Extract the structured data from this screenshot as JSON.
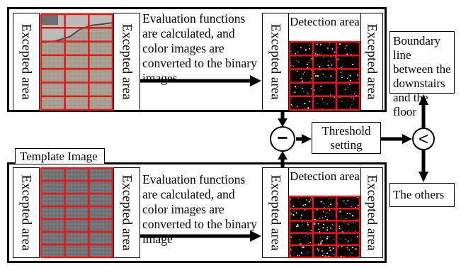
{
  "top_row": {
    "left_excepted_label": "Excepted area",
    "right_excepted_label": "Excepted area",
    "description": "Evaluation functions are calculated, and color images are converted to the binary images",
    "detection": {
      "title": "Detection area",
      "left_excepted_label": "Excepted area",
      "right_excepted_label": "Excepted area"
    }
  },
  "bottom_row": {
    "template_label": "Template Image",
    "left_excepted_label": "Excepted area",
    "right_excepted_label": "Excepted area",
    "description": "Evaluation functions are calculated, and color images are converted to the binary image",
    "detection": {
      "title": "Detection area",
      "left_excepted_label": "Excepted area",
      "right_excepted_label": "Excepted area"
    }
  },
  "operators": {
    "subtract": "−",
    "compare": "<"
  },
  "threshold_label": "Threshold setting",
  "outputs": {
    "boundary": "Boundary line between the downstairs and the floor",
    "others": "The others"
  },
  "colors": {
    "grid_line": "#e01919",
    "floor_photo": "#a49f90",
    "template_photo": "#717376",
    "binary_background": "#0b0405",
    "binary_dots": "#ffffff"
  }
}
